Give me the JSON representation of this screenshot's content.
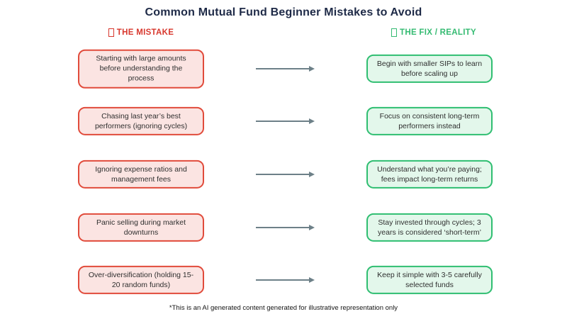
{
  "title": "Common Mutual Fund Beginner Mistakes to Avoid",
  "columns": {
    "mistake": {
      "icon": "missing-glyph-box",
      "label": "THE MISTAKE",
      "color": "#d8382e"
    },
    "fix": {
      "icon": "missing-glyph-box",
      "label": "THE FIX / REALITY",
      "color": "#35bb72"
    }
  },
  "rows": [
    {
      "mistake": "Starting with large amounts before understanding the process",
      "fix": "Begin with smaller SIPs to learn before scaling up"
    },
    {
      "mistake": "Chasing last year’s best performers (ignoring cycles)",
      "fix": "Focus on consistent long-term performers instead"
    },
    {
      "mistake": "Ignoring expense ratios and management fees",
      "fix": "Understand what you’re paying; fees impact long-term returns"
    },
    {
      "mistake": "Panic selling during market downturns",
      "fix": "Stay invested through cycles; 3 years is considered ‘short-term’"
    },
    {
      "mistake": "Over-diversification (holding 15-20 random funds)",
      "fix": "Keep it simple with 3-5 carefully selected funds"
    }
  ],
  "footer": "*This is an AI generated content generated for illustrative representation only",
  "colors": {
    "title": "#1e2a47",
    "mistake_border": "#e14b3b",
    "mistake_fill": "#fbe4e2",
    "mistake_header": "#d8382e",
    "fix_border": "#2fbe71",
    "fix_fill": "#e3f7eb",
    "fix_header": "#35bb72",
    "arrow": "#6d8088",
    "box_text": "#2f2f2f"
  }
}
